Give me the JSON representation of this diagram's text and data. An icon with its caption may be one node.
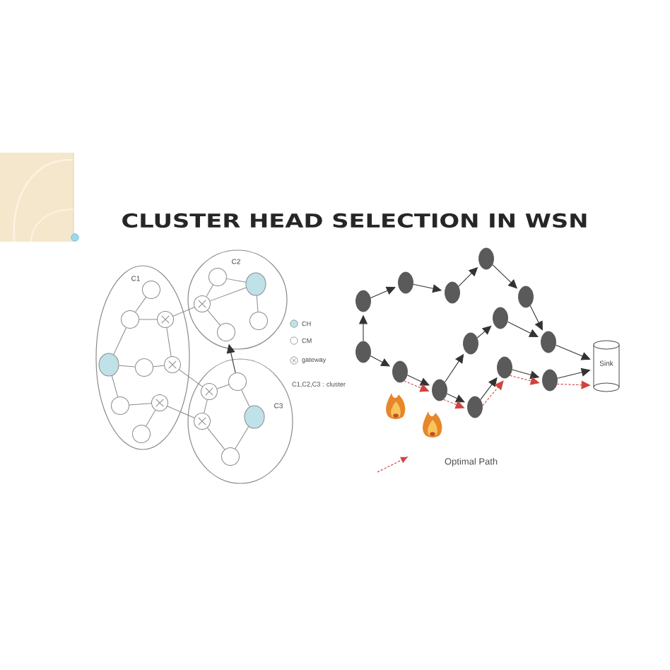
{
  "diagram": {
    "title": "CLUSTER HEAD SELECTION IN WSN",
    "nodes": [
      {
        "text": [
          "C1"
        ]
      },
      {
        "text": [],
        "shape": "circle",
        "in": 0
      },
      {
        "text": [],
        "shape": "circle",
        "in": 0
      },
      {
        "text": [],
        "shape": "circle",
        "in": 0
      },
      {
        "text": [],
        "shape": "circle",
        "in": 0
      },
      {
        "text": [],
        "shape": "circle",
        "in": 0
      },
      {
        "text": [],
        "shape": "circle",
        "in": 0
      },
      {
        "text": [],
        "shape": "circle",
        "in": 0
      },
      {
        "text": [],
        "shape": "circle",
        "in": 0
      },
      {
        "text": [],
        "shape": "circle",
        "in": 0
      },
      {
        "text": [
          "C2"
        ]
      },
      {
        "text": [],
        "shape": "circle",
        "in": 10
      },
      {
        "text": [],
        "shape": "circle",
        "in": 10
      },
      {
        "text": [],
        "shape": "circle",
        "in": 10
      },
      {
        "text": [],
        "shape": "circle",
        "in": 10
      },
      {
        "text": [],
        "shape": "circle",
        "in": 10
      },
      {
        "text": [
          "C3"
        ]
      },
      {
        "text": [],
        "shape": "circle",
        "in": 16
      },
      {
        "text": [],
        "shape": "circle",
        "in": 16
      },
      {
        "text": [],
        "shape": "circle",
        "in": 16
      },
      {
        "text": [],
        "shape": "circle",
        "in": 16
      },
      {
        "text": [],
        "shape": "circle",
        "in": 16
      },
      {
        "text": [],
        "shape": "ellipse"
      },
      {
        "text": [],
        "shape": "ellipse"
      },
      {
        "text": [],
        "shape": "ellipse"
      },
      {
        "text": [],
        "shape": "ellipse"
      },
      {
        "text": [],
        "shape": "ellipse"
      },
      {
        "text": [],
        "shape": "ellipse"
      },
      {
        "text": [],
        "shape": "ellipse"
      },
      {
        "text": [],
        "shape": "ellipse"
      },
      {
        "text": [],
        "shape": "ellipse"
      },
      {
        "text": [],
        "shape": "ellipse"
      },
      {
        "text": [],
        "shape": "ellipse"
      },
      {
        "text": [],
        "shape": "ellipse"
      },
      {
        "text": [],
        "shape": "ellipse"
      },
      {
        "text": [],
        "shape": "ellipse"
      },
      {
        "text": [
          "Sink"
        ]
      }
    ],
    "edges": [
      {
        "from": 1,
        "to": 2,
        "arrow": "none"
      },
      {
        "from": 2,
        "to": 3,
        "arrow": "none"
      },
      {
        "from": 3,
        "to": 13,
        "arrow": "none"
      },
      {
        "from": 2,
        "to": 4,
        "arrow": "none"
      },
      {
        "from": 3,
        "to": 6,
        "arrow": "none"
      },
      {
        "from": 4,
        "to": 5,
        "arrow": "none"
      },
      {
        "from": 5,
        "to": 6,
        "arrow": "none"
      },
      {
        "from": 4,
        "to": 7,
        "arrow": "none"
      },
      {
        "from": 7,
        "to": 8,
        "arrow": "none"
      },
      {
        "from": 8,
        "to": 9,
        "arrow": "none"
      },
      {
        "from": 6,
        "to": 17,
        "arrow": "none"
      },
      {
        "from": 8,
        "to": 20,
        "arrow": "none"
      },
      {
        "from": 13,
        "to": 11,
        "arrow": "none"
      },
      {
        "from": 11,
        "to": 12,
        "arrow": "none"
      },
      {
        "from": 13,
        "to": 12,
        "arrow": "none"
      },
      {
        "from": 13,
        "to": 15,
        "arrow": "none"
      },
      {
        "from": 12,
        "to": 14,
        "arrow": "none"
      },
      {
        "from": 18,
        "to": 15,
        "arrow": "to",
        "color": "#333333"
      },
      {
        "from": 17,
        "to": 18,
        "arrow": "none"
      },
      {
        "from": 17,
        "to": 20,
        "arrow": "none"
      },
      {
        "from": 18,
        "to": 19,
        "arrow": "none"
      },
      {
        "from": 20,
        "to": 21,
        "arrow": "none"
      },
      {
        "from": 19,
        "to": 21,
        "arrow": "none"
      },
      {
        "from": 28,
        "to": 22,
        "arrow": "to",
        "color": "#333333"
      },
      {
        "from": 22,
        "to": 23,
        "arrow": "to",
        "color": "#333333"
      },
      {
        "from": 23,
        "to": 24,
        "arrow": "to",
        "color": "#333333"
      },
      {
        "from": 24,
        "to": 25,
        "arrow": "to",
        "color": "#333333"
      },
      {
        "from": 25,
        "to": 26,
        "arrow": "to",
        "color": "#333333"
      },
      {
        "from": 26,
        "to": 27,
        "arrow": "to",
        "color": "#333333"
      },
      {
        "from": 27,
        "to": 36,
        "arrow": "to",
        "color": "#333333"
      },
      {
        "from": 28,
        "to": 29,
        "arrow": "to",
        "color": "#333333"
      },
      {
        "from": 29,
        "to": 32,
        "arrow": "to",
        "color": "#333333"
      },
      {
        "from": 32,
        "to": 30,
        "arrow": "to",
        "color": "#333333"
      },
      {
        "from": 30,
        "to": 31,
        "arrow": "to",
        "color": "#333333"
      },
      {
        "from": 31,
        "to": 27,
        "arrow": "to",
        "color": "#333333"
      },
      {
        "from": 32,
        "to": 33,
        "arrow": "to",
        "color": "#333333"
      },
      {
        "from": 33,
        "to": 34,
        "arrow": "to",
        "color": "#333333"
      },
      {
        "from": 34,
        "to": 35,
        "arrow": "to",
        "color": "#333333"
      },
      {
        "from": 35,
        "to": 36,
        "arrow": "to",
        "color": "#333333"
      },
      {
        "from": 29,
        "to": 32,
        "arrow": "to",
        "style": "dashed",
        "color": "#d0433f"
      },
      {
        "from": 32,
        "to": 33,
        "arrow": "to",
        "style": "dashed",
        "color": "#d0433f"
      },
      {
        "from": 33,
        "to": 34,
        "arrow": "to",
        "style": "dashed",
        "color": "#d0433f"
      },
      {
        "from": 34,
        "to": 35,
        "arrow": "to",
        "style": "dashed",
        "color": "#d0433f"
      },
      {
        "from": 35,
        "to": 36,
        "arrow": "to",
        "style": "dashed",
        "color": "#d0433f"
      }
    ],
    "legend": [
      {
        "text": "CH"
      },
      {
        "text": "CM"
      },
      {
        "text": "gateway"
      },
      {
        "text": "C1,C2,C3 : cluster"
      },
      {
        "text": "Optimal Path"
      }
    ]
  }
}
